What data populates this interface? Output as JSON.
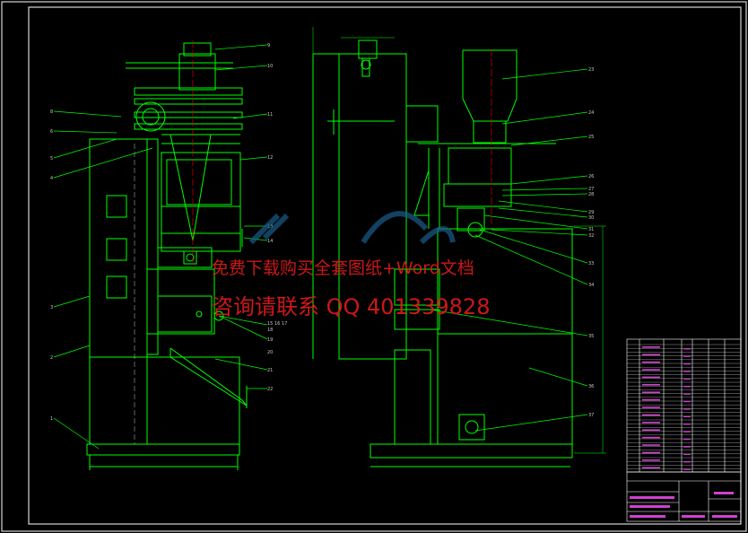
{
  "watermark": {
    "line1": "免费下载购买全套图纸+Word文档",
    "line2": "咨询请联系 QQ 401339828"
  },
  "colors": {
    "background": "#000000",
    "frame": "#ffffff",
    "line": "#00ff00",
    "detail": "#ffffff",
    "leader": "#00ff00",
    "center": "#ff0000",
    "text": "#c8c8c8",
    "watermark": "#e21b1b",
    "logo": "#1a5d8a"
  },
  "left_view_labels": [
    "9",
    "10",
    "11",
    "12",
    "13",
    "14",
    "15",
    "16",
    "17",
    "18",
    "19",
    "20",
    "21",
    "22",
    "1",
    "2",
    "3",
    "4",
    "5",
    "6",
    "8"
  ],
  "right_view_labels": [
    "23",
    "24",
    "25",
    "26",
    "27",
    "28",
    "29",
    "30",
    "31",
    "32",
    "33",
    "34",
    "35",
    "36",
    "37"
  ]
}
